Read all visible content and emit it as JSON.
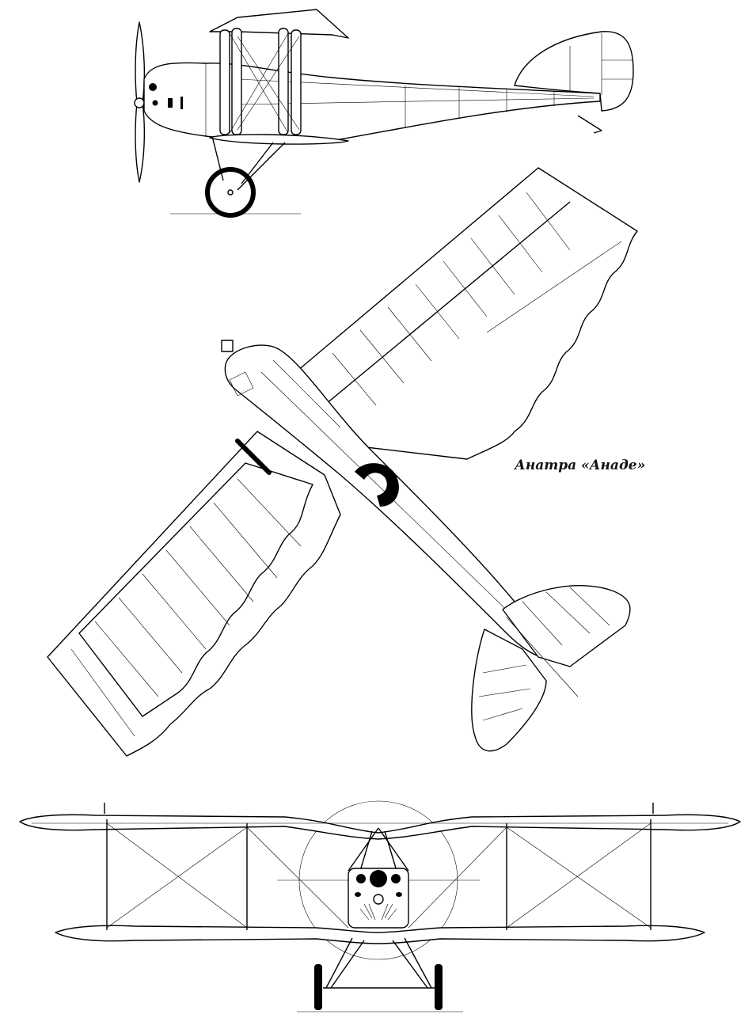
{
  "caption": "Анатра «Анаде»",
  "views": {
    "side": "side-view",
    "top": "top-view",
    "front": "front-view"
  }
}
